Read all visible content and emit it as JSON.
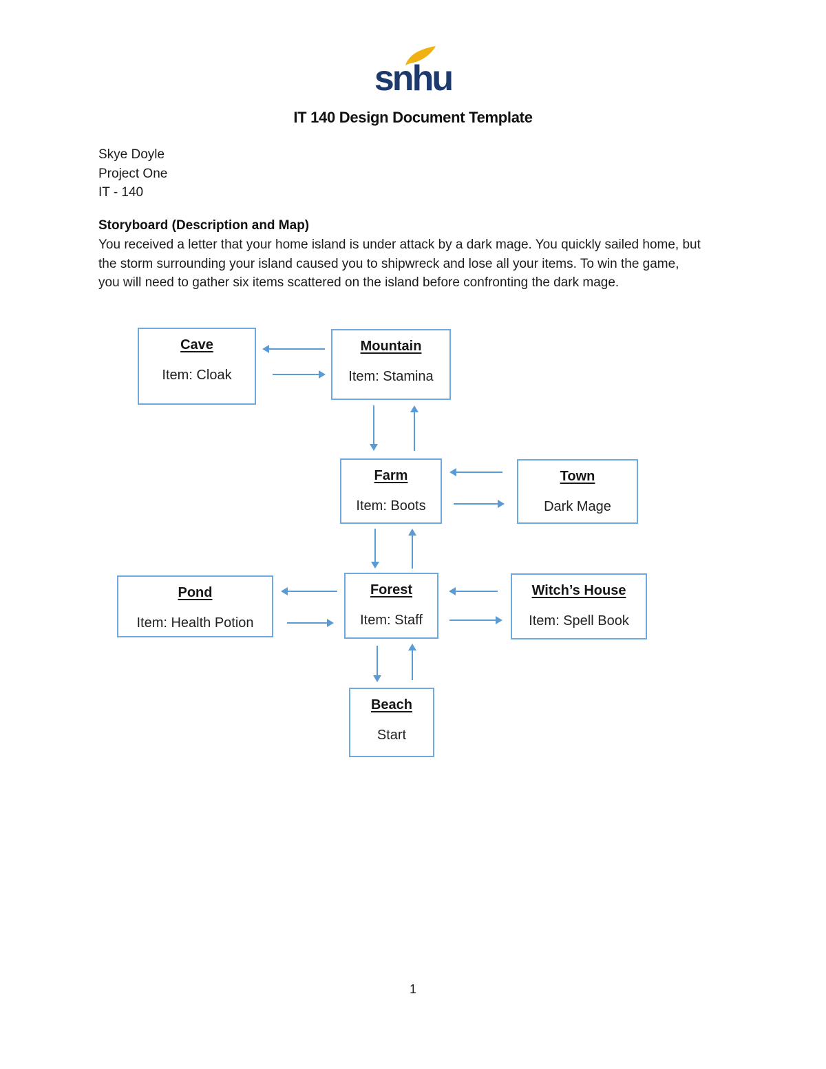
{
  "page": {
    "title": "IT 140 Design Document Template",
    "number": "1"
  },
  "logo": {
    "text": "snhu",
    "navy": "#1E3A6D",
    "gold": "#EFB212"
  },
  "author": {
    "name": "Skye Doyle",
    "project": "Project One",
    "course": "IT - 140"
  },
  "storyboard": {
    "heading": "Storyboard (Description and Map)",
    "lines": [
      "You received a letter that your home island is under attack by a dark mage. You quickly sailed home, but",
      "the storm surrounding your island caused you to shipwreck and lose all your items. To win the game,",
      "you will need to gather six items scattered on the island before confronting the dark mage."
    ]
  },
  "map": {
    "colors": {
      "box_border": "#6FA8DC",
      "arrow": "#5B9BD5"
    },
    "rooms": [
      {
        "id": "cave",
        "title": "Cave",
        "detail": "Item: Cloak"
      },
      {
        "id": "mountain",
        "title": "Mountain",
        "detail": "Item: Stamina"
      },
      {
        "id": "farm",
        "title": "Farm",
        "detail": "Item: Boots"
      },
      {
        "id": "town",
        "title": "Town",
        "detail": "Dark Mage"
      },
      {
        "id": "pond",
        "title": "Pond",
        "detail": "Item: Health Potion"
      },
      {
        "id": "forest",
        "title": "Forest",
        "detail": "Item: Staff"
      },
      {
        "id": "witchs-house",
        "title": "Witch’s House",
        "detail": "Item: Spell Book"
      },
      {
        "id": "beach",
        "title": "Beach",
        "detail": "Start"
      }
    ]
  }
}
